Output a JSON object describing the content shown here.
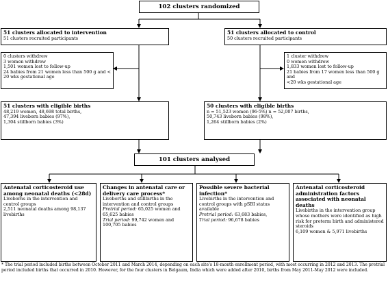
{
  "randomized": {
    "title": "102 clusters randomized"
  },
  "intervention_arm": {
    "title": "51 clusters allocated to intervention",
    "recruited": "51 clusters recruited participants",
    "withdrawals": [
      "0 clusters withdrew",
      "3 women withdrew",
      "1,501 women lost to follow-up",
      "24 babies from 21 women less than 500 g and <",
      "20 wks gestational age"
    ],
    "eligible_title": "51 clusters with eligible births",
    "eligible_lines": [
      "48,219 women, 48,698 total births,",
      "47,394 liveborn babies (97%),",
      "1,304 stillborn babies (3%)"
    ]
  },
  "control_arm": {
    "title": "51 clusters allocated to control",
    "recruited": "50 clusters recruited participants",
    "withdrawals": [
      "1 cluster withdrew",
      "0 women withdrew",
      "1,833 women lost to follow-up",
      "21 babies from 17 women less than 500 g and",
      "<20 wks gestational age"
    ],
    "eligible_title": "50 clusters with eligible births",
    "eligible_lines": [
      "n = 51,523 women (96·5%) n = 52,007 births,",
      "50,743 liveborn babies (98%),",
      "1,264 stillborn babies (2%)"
    ]
  },
  "analysed": {
    "title": "101 clusters analysed"
  },
  "outcomes": [
    {
      "title": "Antenatal corticosteroid use among neonatal deaths (<28d)",
      "l1": "Liveborns in the intervention and control groups",
      "l2": "2,511 neonatal deaths among 98,137 livebirths"
    },
    {
      "title": "Changes in antenatal care or delivery care process*",
      "l1": "Liveborths and stillbirths in the intervention and control groups",
      "pre_label": "Pretrial period:",
      "pre_value": "65,025 women and 65,625 babies",
      "trial_label": "Trial period:",
      "trial_value": "99,742 women and 100,705 babies"
    },
    {
      "title": "Possible severe bacterial infection*",
      "l1": "Livebirths in the intervention and control groups with pSBI status available",
      "pre_label": "Pretrial period:",
      "pre_value": "63,683 babies,",
      "trial_label": "Trial period:",
      "trial_value": "96,678 babies"
    },
    {
      "title": "Antenatal corticosteroid administration factors associated with neonatal deaths",
      "l1": "Livebirths in the intervention group whose mothers were identified as high risk for preterm birth and administered steroids",
      "l2": "6,109 women & 5,971 livebirths"
    }
  ],
  "footnote": {
    "p1": "* The trial period included births between October 2011 and March 2014, depending on each site's 18-month enrollment period, with most occurring in 2012 and 2013. The pretrial period included births that occurred in 2010.  However, for the four clusters in Belgaum, India which were added after 2010, births from May 2011-May 2012 were included."
  }
}
